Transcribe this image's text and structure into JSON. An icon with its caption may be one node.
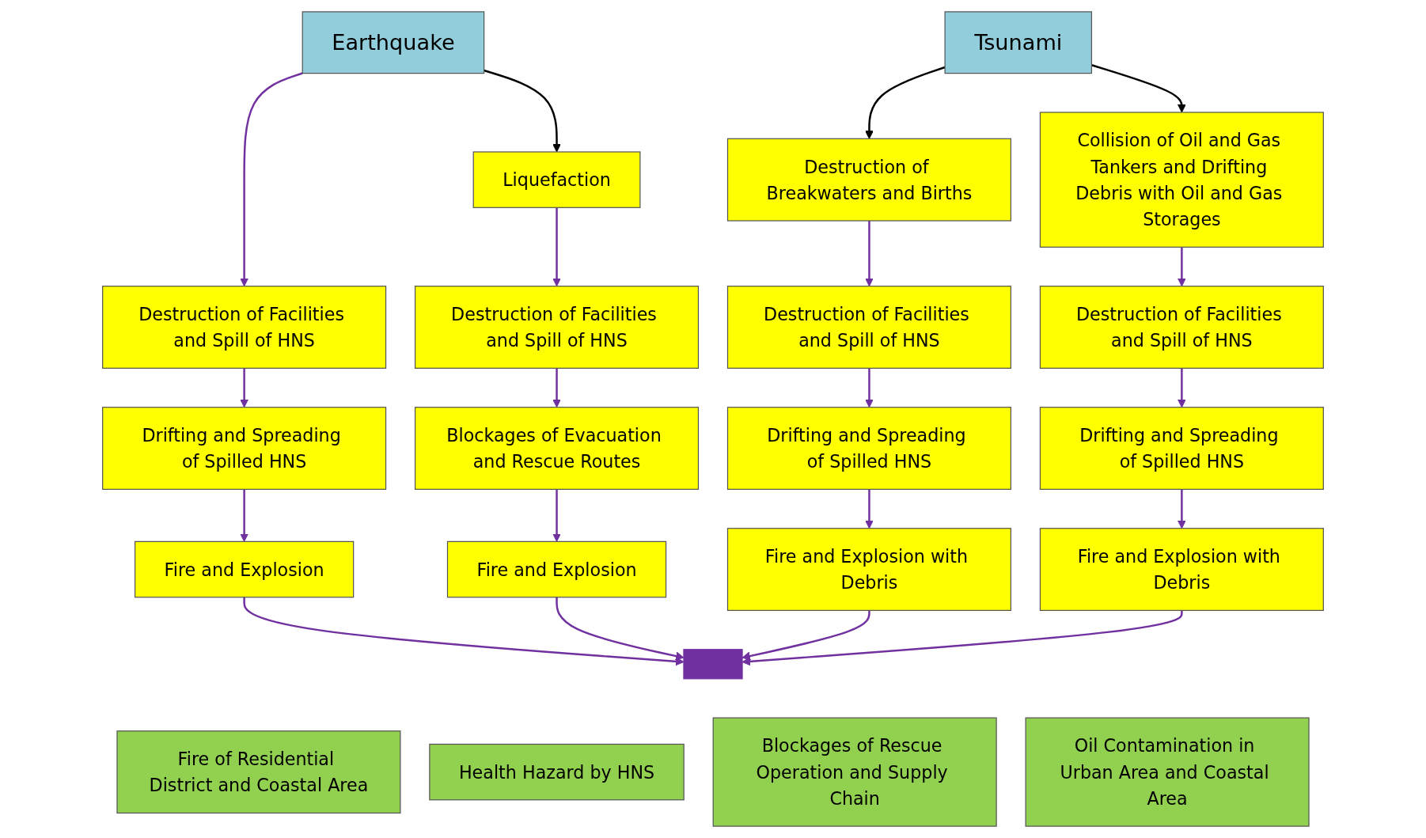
{
  "diagram": {
    "nodes": [
      {
        "text": [
          "Earthquake"
        ]
      },
      {
        "text": [
          "Liquefaction"
        ]
      },
      {
        "text": [
          "Destruction of Facilities and Spill of HNS"
        ]
      },
      {
        "text": [
          "Drifting and Spreading of Spilled HNS"
        ]
      },
      {
        "text": [
          "Fire and Explosion"
        ]
      },
      {
        "text": [
          "Destruction of Facilities and Spill of HNS"
        ]
      },
      {
        "text": [
          "Blockages of Evacuation and Rescue Routes"
        ]
      },
      {
        "text": [
          "Fire and Explosion"
        ]
      },
      {
        "text": [
          "Tsunami"
        ]
      },
      {
        "text": [
          "Destruction of Breakwaters and Births"
        ]
      },
      {
        "text": [
          "Collision of Oil and Gas Tankers and Drifting Debris with Oil and Gas Storages"
        ]
      },
      {
        "text": [
          "Destruction of Facilities and Spill of HNS"
        ]
      },
      {
        "text": [
          "Drifting and Spreading of Spilled HNS"
        ]
      },
      {
        "text": [
          "Fire and Explosion with Debris"
        ]
      },
      {
        "text": [
          "Destruction of Facilities and Spill of HNS"
        ]
      },
      {
        "text": [
          "Drifting and Spreading of Spilled HNS"
        ]
      },
      {
        "text": [
          "Fire and Explosion with Debris"
        ]
      },
      {
        "text": [],
        "shape": "bar"
      },
      {
        "text": [
          "Fire of Residential District and Coastal Area"
        ]
      },
      {
        "text": [
          "Health Hazard by HNS"
        ]
      },
      {
        "text": [
          "Blockages of Rescue Operation and Supply Chain"
        ]
      },
      {
        "text": [
          "Oil Contamination in Urban Area and Coastal Area"
        ]
      }
    ],
    "edges": [
      {
        "from": 0,
        "to": 1,
        "arrow": "to",
        "color": "#000000"
      },
      {
        "from": 0,
        "to": 2,
        "arrow": "to"
      },
      {
        "from": 2,
        "to": 3,
        "arrow": "to"
      },
      {
        "from": 3,
        "to": 4,
        "arrow": "to"
      },
      {
        "from": 4,
        "to": 17,
        "arrow": "to"
      },
      {
        "from": 1,
        "to": 5,
        "arrow": "to"
      },
      {
        "from": 5,
        "to": 6,
        "arrow": "to"
      },
      {
        "from": 6,
        "to": 7,
        "arrow": "to"
      },
      {
        "from": 7,
        "to": 17,
        "arrow": "to"
      },
      {
        "from": 8,
        "to": 9,
        "arrow": "to",
        "color": "#000000"
      },
      {
        "from": 8,
        "to": 10,
        "arrow": "to",
        "color": "#000000"
      },
      {
        "from": 9,
        "to": 11,
        "arrow": "to"
      },
      {
        "from": 11,
        "to": 12,
        "arrow": "to"
      },
      {
        "from": 12,
        "to": 13,
        "arrow": "to"
      },
      {
        "from": 13,
        "to": 17,
        "arrow": "to"
      },
      {
        "from": 10,
        "to": 14,
        "arrow": "to"
      },
      {
        "from": 14,
        "to": 15,
        "arrow": "to"
      },
      {
        "from": 15,
        "to": 16,
        "arrow": "to"
      },
      {
        "from": 16,
        "to": 17,
        "arrow": "to"
      }
    ]
  }
}
